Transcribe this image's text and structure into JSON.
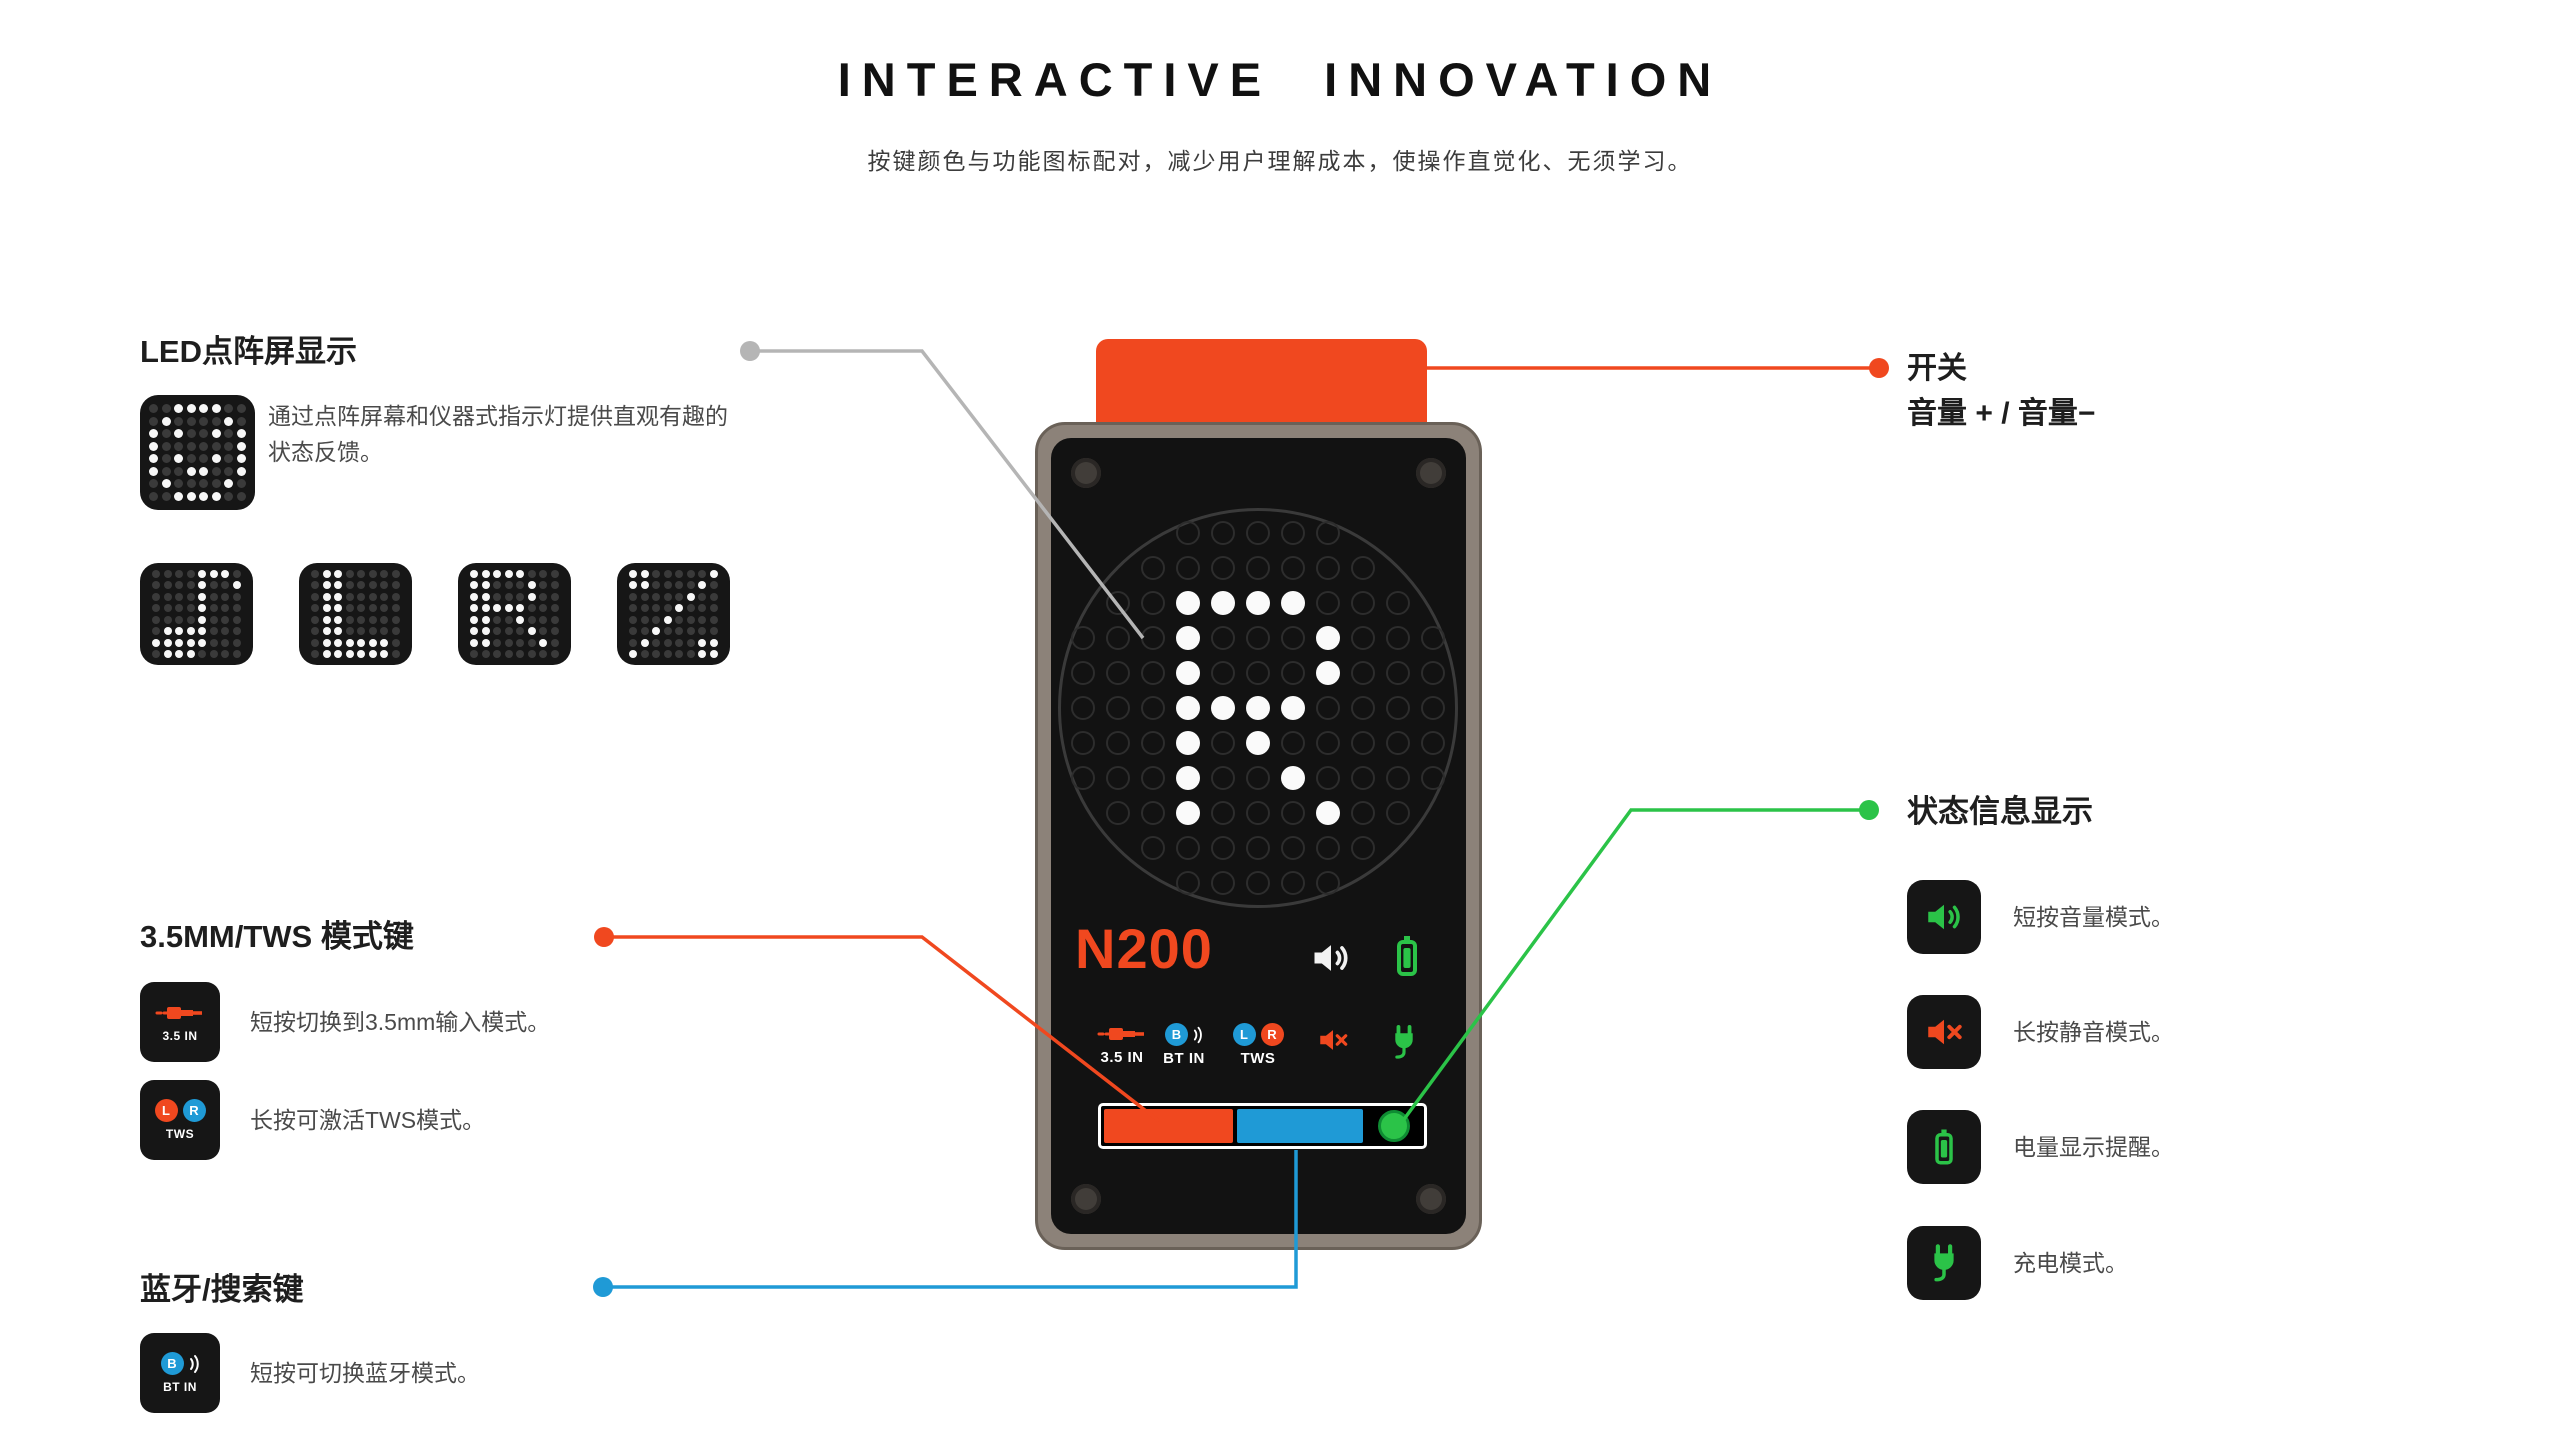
{
  "page": {
    "title": "INTERACTIVE INNOVATION",
    "subtitle": "按键颜色与功能图标配对，减少用户理解成本，使操作直觉化、无须学习。"
  },
  "colors": {
    "orange": "#f0481f",
    "blue": "#1f9ad6",
    "green": "#2bc348",
    "grayline": "#b5b5b5"
  },
  "led_section": {
    "heading": "LED点阵屏显示",
    "description": "通过点阵屏幕和仪器式指示灯提供直观有趣的状态反馈。",
    "main_matrix": [
      "00111100",
      "01000010",
      "10100101",
      "10000001",
      "10100101",
      "10011001",
      "01000010",
      "00111100"
    ],
    "icon_matrices": [
      [
        "00001110",
        "00001001",
        "00001000",
        "00001000",
        "00001000",
        "01111000",
        "11111000",
        "01110000"
      ],
      [
        "01100000",
        "01100000",
        "01100000",
        "01100000",
        "01100000",
        "01100000",
        "01111110",
        "01111110"
      ],
      [
        "11111000",
        "11000100",
        "11000100",
        "11111000",
        "11001000",
        "11000100",
        "11000010",
        "00000000"
      ],
      [
        "11000001",
        "11000010",
        "00000100",
        "00001000",
        "00010000",
        "00100000",
        "01000011",
        "10000011"
      ]
    ]
  },
  "mode_section": {
    "heading": "3.5MM/TWS 模式键",
    "items": [
      {
        "tile_label": "3.5 IN",
        "text": "短按切换到3.5mm输入模式。"
      },
      {
        "tile_label": "TWS",
        "text": "长按可激活TWS模式。"
      }
    ]
  },
  "bluetooth_section": {
    "heading": "蓝牙/搜索键",
    "items": [
      {
        "tile_label": "BT IN",
        "text": "短按可切换蓝牙模式。"
      }
    ]
  },
  "switch_callout": {
    "line1": "开关",
    "line2": "音量 + / 音量−"
  },
  "status_section": {
    "heading": "状态信息显示",
    "items": [
      {
        "icon": "volume-icon",
        "text": "短按音量模式。"
      },
      {
        "icon": "mute-icon",
        "text": "长按静音模式。"
      },
      {
        "icon": "battery-icon",
        "text": "电量显示提醒。"
      },
      {
        "icon": "charge-icon",
        "text": "充电模式。"
      }
    ]
  },
  "device": {
    "model": "N200",
    "bt_letter": "B",
    "tws_left": "L",
    "tws_right": "R",
    "labels": {
      "aux": "3.5 IN",
      "bt": "BT IN",
      "tws": "TWS"
    },
    "screen_matrix": [
      "...00000...",
      "..0000000..",
      ".001111000.",
      "00010001000",
      "00010001000",
      "00011110000",
      "00010100000",
      "00010010000",
      ".001000100.",
      "..0000000..",
      "...00000..."
    ]
  }
}
